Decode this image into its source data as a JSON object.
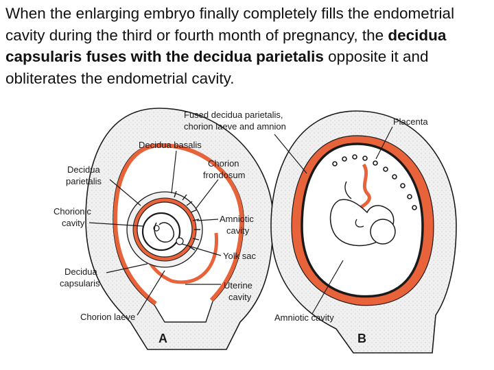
{
  "caption": {
    "part1": "When the enlarging embryo finally completely fills the endometrial cavity during the third or fourth month of pregnancy, the ",
    "bold1": "decidua capsularis fuses with the decidua parietalis",
    "part2": " opposite it and obliterates the endometrial cavity."
  },
  "figure": {
    "panel_a": {
      "letter": "A",
      "labels": {
        "decidua_basalis": "Decidua basalis",
        "decidua_parietalis_1": "Decidua",
        "decidua_parietalis_2": "parietalis",
        "chorion_frondosum_1": "Chorion",
        "chorion_frondosum_2": "frondosum",
        "chorionic_cavity_1": "Chorionic",
        "chorionic_cavity_2": "cavity",
        "amniotic_cavity_1": "Amniotic",
        "amniotic_cavity_2": "cavity",
        "yolk_sac": "Yolk sac",
        "decidua_capsularis_1": "Decidua",
        "decidua_capsularis_2": "capsularis",
        "uterine_cavity_1": "Uterine",
        "uterine_cavity_2": "cavity",
        "chorion_laeve": "Chorion laeve"
      }
    },
    "panel_b": {
      "letter": "B",
      "labels": {
        "fused_1": "Fused decidua parietalis,",
        "fused_2": "chorion laeve and amnion",
        "placenta": "Placenta",
        "amniotic_cavity": "Amniotic cavity"
      }
    },
    "colors": {
      "decidua": "#e8623a",
      "fill": "#f1f1f1",
      "line": "#1a1a1a"
    }
  }
}
